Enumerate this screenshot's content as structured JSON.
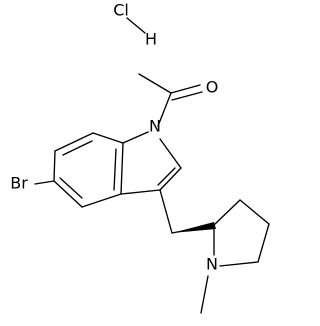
{
  "structure": {
    "labels": {
      "chlorine": "Cl",
      "hydrogen": "H",
      "oxygen": "O",
      "indole_nitrogen": "N",
      "bromine": "Br",
      "pyrrolidine_nitrogen": "N"
    }
  }
}
